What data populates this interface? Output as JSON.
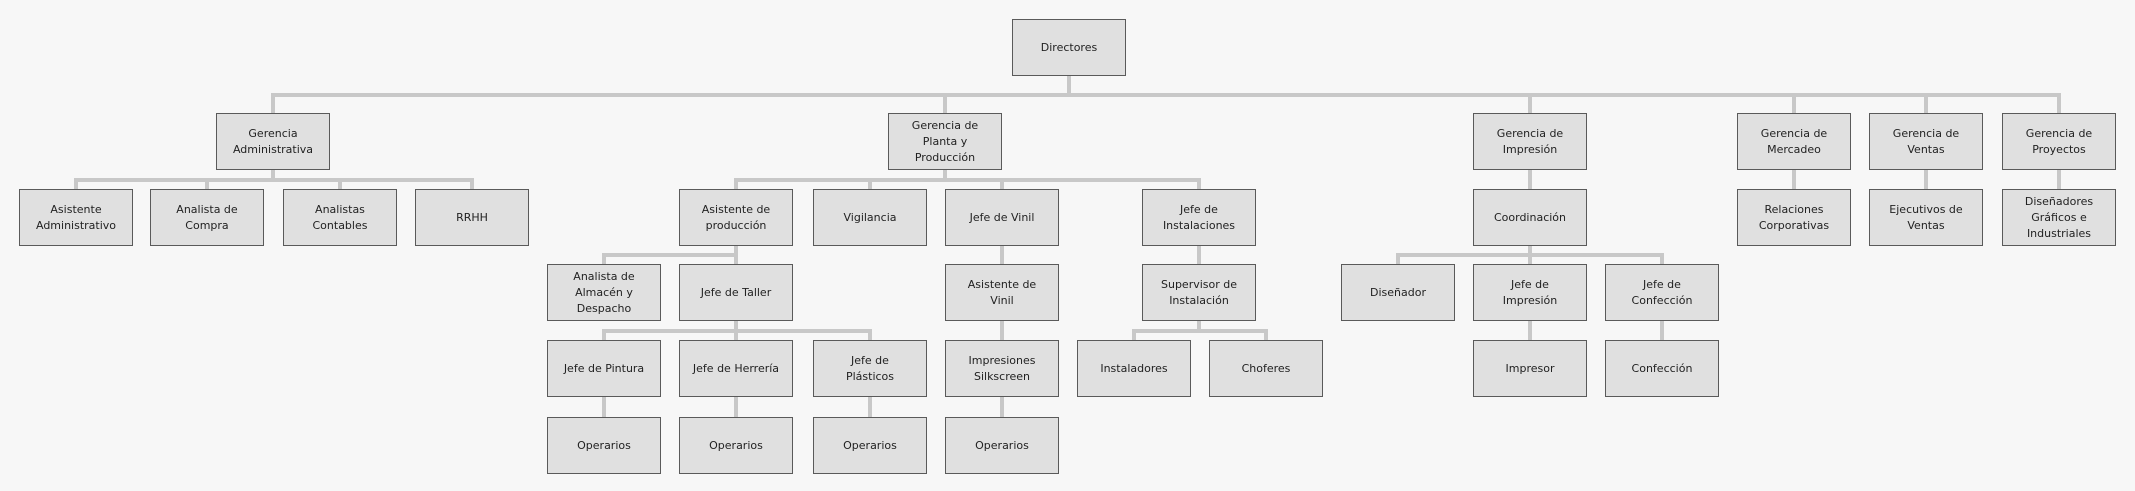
{
  "title": "Organigrama",
  "colors": {
    "background": "#f7f7f7",
    "box_fill": "#e0e0e0",
    "box_border": "#5a5a5a",
    "connector": "#c8c8c8"
  },
  "nodes": [
    {
      "id": "dir",
      "label": "Directores",
      "parent": null
    },
    {
      "id": "gadm",
      "label": "Gerencia\nAdministrativa",
      "parent": "dir"
    },
    {
      "id": "gpla",
      "label": "Gerencia de\nPlanta y\nProducción",
      "parent": "dir"
    },
    {
      "id": "gimp",
      "label": "Gerencia de\nImpresión",
      "parent": "dir"
    },
    {
      "id": "gmer",
      "label": "Gerencia de\nMercadeo",
      "parent": "dir"
    },
    {
      "id": "gven",
      "label": "Gerencia de\nVentas",
      "parent": "dir"
    },
    {
      "id": "gpro",
      "label": "Gerencia de\nProyectos",
      "parent": "dir"
    },
    {
      "id": "asadm",
      "label": "Asistente\nAdministrativo",
      "parent": "gadm"
    },
    {
      "id": "ancom",
      "label": "Analista de\nCompra",
      "parent": "gadm"
    },
    {
      "id": "ancon",
      "label": "Analistas\nContables",
      "parent": "gadm"
    },
    {
      "id": "rrhh",
      "label": "RRHH",
      "parent": "gadm"
    },
    {
      "id": "aspro",
      "label": "Asistente de\nproducción",
      "parent": "gpla"
    },
    {
      "id": "vigi",
      "label": "Vigilancia",
      "parent": "gpla"
    },
    {
      "id": "jvin",
      "label": "Jefe de Vinil",
      "parent": "gpla"
    },
    {
      "id": "jins",
      "label": "Jefe de\nInstalaciones",
      "parent": "gpla"
    },
    {
      "id": "coor",
      "label": "Coordinación",
      "parent": "gimp"
    },
    {
      "id": "rel",
      "label": "Relaciones\nCorporativas",
      "parent": "gmer"
    },
    {
      "id": "ejv",
      "label": "Ejecutivos de\nVentas",
      "parent": "gven"
    },
    {
      "id": "dis",
      "label": "Diseñadores\nGráficos e\nIndustriales",
      "parent": "gpro"
    },
    {
      "id": "analm",
      "label": "Analista de\nAlmacén y\nDespacho",
      "parent": "aspro"
    },
    {
      "id": "jtal",
      "label": "Jefe de Taller",
      "parent": "aspro"
    },
    {
      "id": "asvin",
      "label": "Asistente de\nVinil",
      "parent": "jvin"
    },
    {
      "id": "sup",
      "label": "Supervisor de\nInstalación",
      "parent": "jins"
    },
    {
      "id": "disn",
      "label": "Diseñador",
      "parent": "coor"
    },
    {
      "id": "jimp",
      "label": "Jefe de\nImpresión",
      "parent": "coor"
    },
    {
      "id": "jcon",
      "label": "Jefe de\nConfección",
      "parent": "coor"
    },
    {
      "id": "jpin",
      "label": "Jefe de Pintura",
      "parent": "jtal"
    },
    {
      "id": "jher",
      "label": "Jefe de Herrería",
      "parent": "jtal"
    },
    {
      "id": "jpla",
      "label": "Jefe de\nPlásticos",
      "parent": "jtal"
    },
    {
      "id": "silk",
      "label": "Impresiones\nSilkscreen",
      "parent": "asvin"
    },
    {
      "id": "inst",
      "label": "Instaladores",
      "parent": "sup"
    },
    {
      "id": "chof",
      "label": "Choferes",
      "parent": "sup"
    },
    {
      "id": "impr",
      "label": "Impresor",
      "parent": "jimp"
    },
    {
      "id": "conf",
      "label": "Confección",
      "parent": "jcon"
    },
    {
      "id": "op1",
      "label": "Operarios",
      "parent": "jpin"
    },
    {
      "id": "op2",
      "label": "Operarios",
      "parent": "jher"
    },
    {
      "id": "op3",
      "label": "Operarios",
      "parent": "jpla"
    },
    {
      "id": "op4",
      "label": "Operarios",
      "parent": "silk"
    }
  ]
}
